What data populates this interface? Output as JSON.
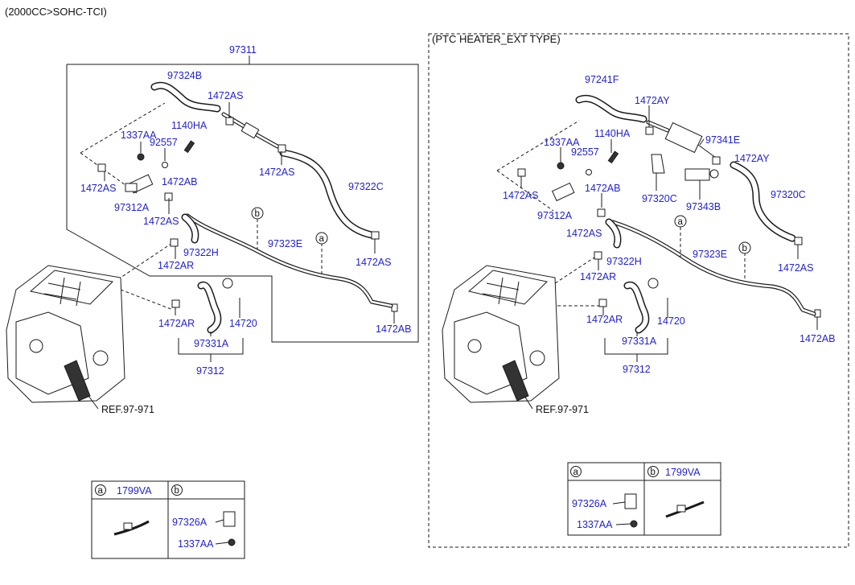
{
  "header": {
    "title": "(2000CC>SOHC-TCI)"
  },
  "right_panel": {
    "title": "(PTC HEATER_EXT TYPE)"
  },
  "left": {
    "labels": {
      "l97311": "97311",
      "l97324B": "97324B",
      "l1472AS_a": "1472AS",
      "l1337AA": "1337AA",
      "l1140HA": "1140HA",
      "l92557": "92557",
      "l1472AS_b": "1472AS",
      "l1472AS_c": "1472AS",
      "l1472AB_a": "1472AB",
      "l97312A": "97312A",
      "l1472AS_d": "1472AS",
      "l97322C": "97322C",
      "l97323E": "97323E",
      "l97322H": "97322H",
      "l1472AR_a": "1472AR",
      "l1472AS_e": "1472AS",
      "l1472AR_b": "1472AR",
      "l14720": "14720",
      "l97331A": "97331A",
      "l97312": "97312",
      "l1472AB_b": "1472AB",
      "ref": "REF.97-971",
      "circ_a": "a",
      "circ_b": "b"
    },
    "legend": {
      "a_letter": "a",
      "a_part": "1799VA",
      "b_letter": "b",
      "b_part1": "97326A",
      "b_part2": "1337AA"
    }
  },
  "right": {
    "labels": {
      "l97241F": "97241F",
      "l1472AY_a": "1472AY",
      "l1140HA": "1140HA",
      "l1337AA": "1337AA",
      "l92557": "92557",
      "l97341E": "97341E",
      "l1472AY_b": "1472AY",
      "l1472AS_a": "1472AS",
      "l1472AB_a": "1472AB",
      "l97320C_a": "97320C",
      "l97320C_b": "97320C",
      "l97343B": "97343B",
      "l97312A": "97312A",
      "l1472AS_b": "1472AS",
      "l97323E": "97323E",
      "l97322H": "97322H",
      "l1472AR_a": "1472AR",
      "l1472AS_c": "1472AS",
      "l1472AR_b": "1472AR",
      "l14720": "14720",
      "l97331A": "97331A",
      "l97312": "97312",
      "l1472AB_b": "1472AB",
      "ref": "REF.97-971",
      "circ_a": "a",
      "circ_b": "b"
    },
    "legend": {
      "a_letter": "a",
      "a_part1": "97326A",
      "a_part2": "1337AA",
      "b_letter": "b",
      "b_part": "1799VA"
    }
  }
}
